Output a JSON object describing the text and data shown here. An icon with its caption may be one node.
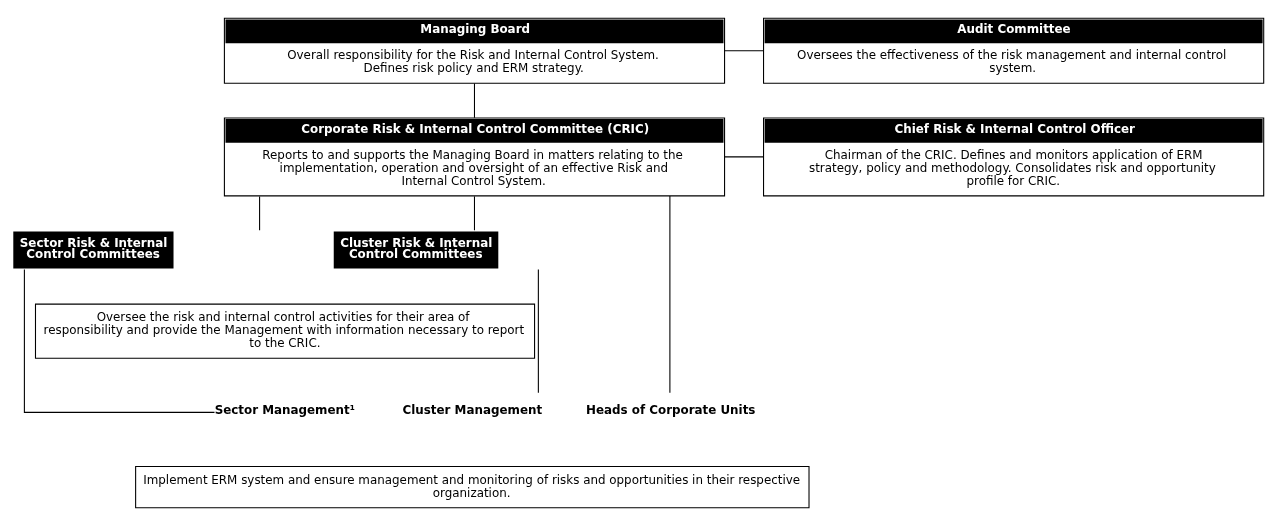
{
  "diagram": {
    "nodes": [
      {
        "text": [
          "Managing Board",
          "Overall responsibility for the Risk and Internal Control System. Defines risk policy and ERM strategy."
        ]
      },
      {
        "text": [
          "Audit Committee",
          "Oversees the effectiveness of the risk management and internal control system."
        ]
      },
      {
        "text": [
          "Corporate Risk & Internal Control Committee (CRIC)",
          "Reports to and supports the Managing Board in matters relating to the implementation, operation and oversight of an effective Risk and Internal Control System."
        ]
      },
      {
        "text": [
          "Chief Risk & Internal Control Officer",
          "Chairman of the CRIC. Defines and monitors application of ERM strategy, policy and methodology. Consolidates risk and opportunity profile for CRIC."
        ]
      },
      {
        "text": [
          "Sector Risk & Internal Control Committees"
        ]
      },
      {
        "text": [
          "Cluster Risk & Internal Control Committees"
        ]
      },
      {
        "text": [
          "Oversee the risk and internal control activities for their area of responsibility and provide the Management with information necessary to report to the CRIC."
        ]
      },
      {
        "text": [
          "Sector Management¹"
        ]
      },
      {
        "text": [
          "Cluster Management"
        ]
      },
      {
        "text": [
          "Heads of Corporate Units"
        ]
      },
      {
        "text": [
          "Implement ERM system and ensure management and monitoring of risks and opportunities in their respective organization."
        ]
      }
    ],
    "edges": [
      {
        "from": 0,
        "to": 1,
        "arrow": "none"
      },
      {
        "from": 0,
        "to": 2,
        "arrow": "none"
      },
      {
        "from": 2,
        "to": 3,
        "arrow": "none"
      },
      {
        "from": 2,
        "to": 4,
        "arrow": "none"
      },
      {
        "from": 2,
        "to": 5,
        "arrow": "none"
      },
      {
        "from": 2,
        "to": 9,
        "arrow": "none"
      },
      {
        "from": 4,
        "to": 7,
        "arrow": "none"
      },
      {
        "from": 5,
        "to": 8,
        "arrow": "none"
      }
    ]
  }
}
